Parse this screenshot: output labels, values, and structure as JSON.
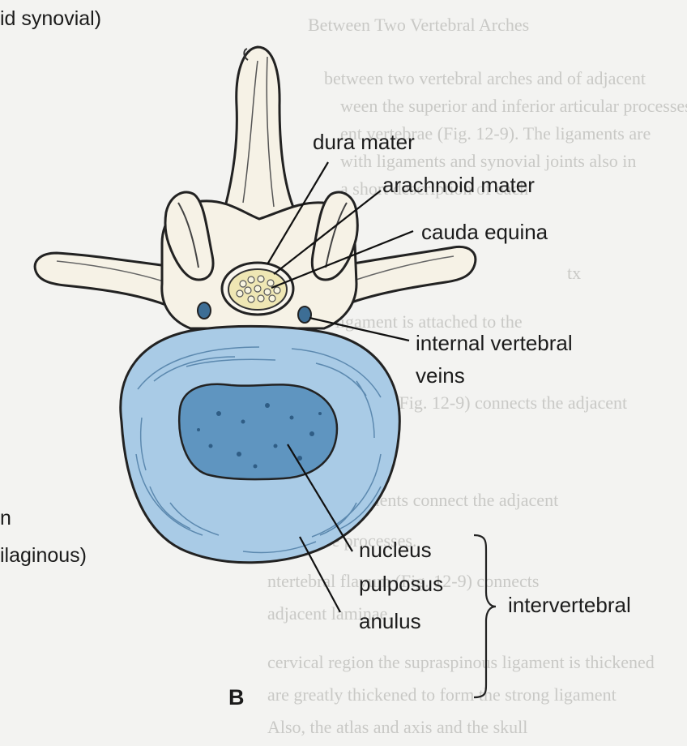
{
  "labels": {
    "dura_mater": "dura mater",
    "arachnoid_mater": "arachnoid mater",
    "cauda_equina": "cauda equina",
    "internal_vertebral_veins_1": "internal vertebral",
    "internal_vertebral_veins_2": "veins",
    "nucleus": "nucleus",
    "pulposus": "pulposus",
    "anulus": "anulus",
    "intervertebral": "intervertebral",
    "figure_letter": "B"
  },
  "cropped_text": {
    "top_left": "id synovial)",
    "left_n": "n",
    "left_cartilaginous": "ilaginous)"
  },
  "colors": {
    "disc": "#a9cbe6",
    "nucleus": "#5f95c0",
    "bone": "#f6f2e6",
    "canal": "#efe7b4",
    "outline": "#222222"
  }
}
